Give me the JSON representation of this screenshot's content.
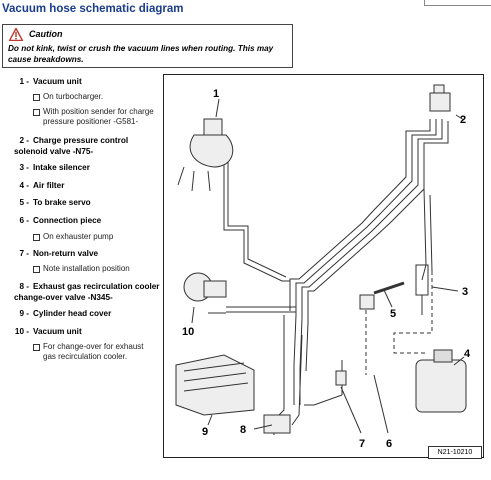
{
  "title": "Vacuum hose schematic diagram",
  "caution": {
    "heading": "Caution",
    "text": "Do not kink, twist or crush the vacuum lines when routing. This may cause breakdowns."
  },
  "legend": [
    {
      "num": "1 -",
      "label": "Vacuum unit",
      "subs": [
        "On turbocharger.",
        "With position sender for charge pressure positioner -G581-"
      ]
    },
    {
      "num": "2 -",
      "label": "Charge pressure control solenoid valve -N75-",
      "subs": []
    },
    {
      "num": "3 -",
      "label": "Intake silencer",
      "subs": []
    },
    {
      "num": "4 -",
      "label": "Air filter",
      "subs": []
    },
    {
      "num": "5 -",
      "label": "To brake servo",
      "subs": []
    },
    {
      "num": "6 -",
      "label": "Connection piece",
      "subs": [
        "On exhauster pump"
      ]
    },
    {
      "num": "7 -",
      "label": "Non-return valve",
      "subs": [
        "Note installation position"
      ]
    },
    {
      "num": "8 -",
      "label": "Exhaust gas recirculation cooler change-over valve -N345-",
      "subs": []
    },
    {
      "num": "9 -",
      "label": "Cylinder head cover",
      "subs": []
    },
    {
      "num": "10 -",
      "label": "Vacuum unit",
      "subs": [
        "For change-over for exhaust gas recirculation cooler."
      ]
    }
  ],
  "callouts": [
    "1",
    "2",
    "3",
    "4",
    "5",
    "6",
    "7",
    "8",
    "9",
    "10"
  ],
  "figure_id": "N21-10210",
  "colors": {
    "title": "#1a3c8c",
    "warning": "#c0392b"
  }
}
